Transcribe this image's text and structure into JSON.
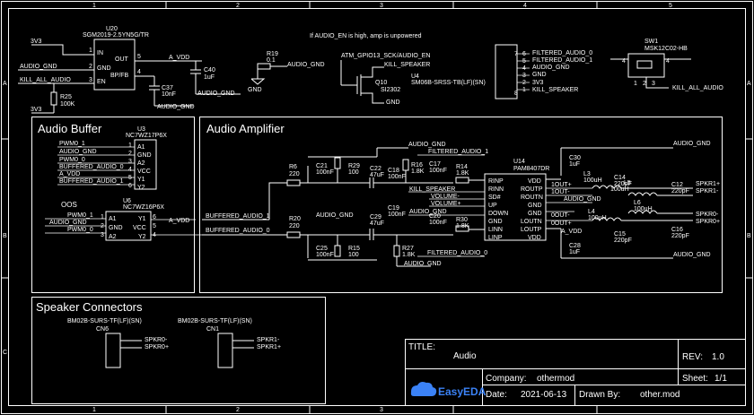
{
  "frame": {
    "cols": [
      "1",
      "2",
      "3",
      "4",
      "5"
    ],
    "rows": [
      "A",
      "B",
      "C"
    ]
  },
  "note": "If AUDIO_EN is high, amp is unpowered",
  "sections": {
    "buffer": "Audio Buffer",
    "amplifier": "Audio Amplifier",
    "speakers": "Speaker Connectors"
  },
  "u20": {
    "ref": "U20",
    "part": "SGM2019-2.5YN5G/TR",
    "pins": [
      "IN",
      "GND",
      "EN",
      "OUT",
      "BP/FB"
    ],
    "pin_nums": [
      "1",
      "2",
      "3",
      "5",
      "4"
    ],
    "nets": {
      "vin": "3V3",
      "gnd": "AUDIO_GND",
      "en": "KILL_ALL_AUDIO",
      "out": "A_VDD",
      "gnd2": "AUDIO_GND",
      "v3": "3V3"
    }
  },
  "r25": {
    "ref": "R25",
    "val": "100K"
  },
  "c37": {
    "ref": "C37",
    "val": "10nF"
  },
  "c40": {
    "ref": "C40",
    "val": "1uF"
  },
  "r19": {
    "ref": "R19",
    "val": "0.1",
    "net": "AUDIO_GND"
  },
  "q10": {
    "ref": "Q10",
    "part": "SI2302",
    "gate": "ATM_GPIO13_SCK/AUDIO_EN",
    "drain": "KILL_SPEAKER",
    "src": "GND"
  },
  "u4": {
    "ref": "U4",
    "part": "SM06B-SRSS-TB(LF)(SN)",
    "pins": [
      "6",
      "5",
      "4",
      "3",
      "2",
      "1"
    ],
    "nets": [
      "FILTERED_AUDIO_0",
      "FILTERED_AUDIO_1",
      "AUDIO_GND",
      "GND",
      "3V3",
      "KILL_SPEAKER"
    ],
    "mount": [
      "7",
      "8"
    ]
  },
  "sw1": {
    "ref": "SW1",
    "part": "MSK12C02-HB",
    "pins": [
      "4",
      "1",
      "2",
      "3",
      "4"
    ],
    "net": "KILL_ALL_AUDIO"
  },
  "u3": {
    "ref": "U3",
    "part": "NC7WZ17P6X",
    "pins": [
      "A1",
      "GND",
      "A2",
      "VCC",
      "Y1",
      "Y2"
    ],
    "nets": [
      "PWM0_1",
      "AUDIO_GND",
      "PWM0_0",
      "BUFFERED_AUDIO_0",
      "A_VDD",
      "BUFFERED_AUDIO_1"
    ],
    "nums": [
      "1",
      "2",
      "3",
      "4",
      "5",
      "6"
    ]
  },
  "u6": {
    "ref": "U6",
    "part": "NC7WZ16P6X",
    "label": "OOS",
    "pins": [
      "A1",
      "GND",
      "A2",
      "Y1",
      "VCC",
      "Y2"
    ],
    "nets": [
      "PWM0_1",
      "AUDIO_GND",
      "PWM0_0",
      "A_VDD",
      "BUFFERED_AUDIO_1",
      "BUFFERED_AUDIO_0"
    ],
    "nums": [
      "1",
      "2",
      "3",
      "6",
      "5",
      "4"
    ]
  },
  "amp": {
    "r6": {
      "ref": "R6",
      "val": "220"
    },
    "r20": {
      "ref": "R20",
      "val": "220"
    },
    "c21": {
      "ref": "C21",
      "val": "100nF"
    },
    "c25": {
      "ref": "C25",
      "val": "100nF"
    },
    "r29": {
      "ref": "R29",
      "val": "100"
    },
    "r15": {
      "ref": "R15",
      "val": "100"
    },
    "c22": {
      "ref": "C22",
      "val": "47uF"
    },
    "c29": {
      "ref": "C29",
      "val": "47uF"
    },
    "c18": {
      "ref": "C18",
      "val": "100nF"
    },
    "c19": {
      "ref": "C19",
      "val": "100nF"
    },
    "r16": {
      "ref": "R16",
      "val": "1.8K"
    },
    "r27": {
      "ref": "R27",
      "val": "1.8K"
    },
    "c17": {
      "ref": "C17",
      "val": "100nF"
    },
    "c20": {
      "ref": "C20",
      "val": "100nF"
    },
    "r14": {
      "ref": "R14",
      "val": "1.8K"
    },
    "r30": {
      "ref": "R30",
      "val": "1.8K"
    },
    "net_fa1": "FILTERED_AUDIO_1",
    "net_fa0": "FILTERED_AUDIO_0",
    "net_gnd": "AUDIO_GND",
    "net_buf1": "BUFFERED_AUDIO_1",
    "net_buf0": "BUFFERED_AUDIO_0",
    "net_kill": "KILL_SPEAKER",
    "net_volm": "VOLUME-",
    "net_volp": "VOLUME+",
    "net_avdd": "A_VDD"
  },
  "u14": {
    "ref": "U14",
    "part": "PAM8407DR",
    "left_pins": [
      "RINP",
      "RINN",
      "SD#",
      "UP",
      "DOWN",
      "GND",
      "LINN",
      "LINP"
    ],
    "right_pins": [
      "VDD",
      "ROUTP",
      "ROUTN",
      "GND",
      "GND",
      "LOUTN",
      "LOUTP",
      "VDD"
    ]
  },
  "out": {
    "c30": {
      "ref": "C30",
      "val": "1uF"
    },
    "c28": {
      "ref": "C28",
      "val": "1uF"
    },
    "l3": {
      "ref": "L3",
      "val": "100uH"
    },
    "l5": {
      "ref": "L5",
      "val": "100uH"
    },
    "l4": {
      "ref": "L4",
      "val": "100uH"
    },
    "l6": {
      "ref": "L6",
      "val": "100uH"
    },
    "c14": {
      "ref": "C14",
      "val": "220pF"
    },
    "c12": {
      "ref": "C12",
      "val": "220pF"
    },
    "c15": {
      "ref": "C15",
      "val": "220pF"
    },
    "c16": {
      "ref": "C16",
      "val": "220pF"
    },
    "nets": {
      "gnd": "AUDIO_GND",
      "avdd": "A_VDD",
      "r1m": "SPKR1-",
      "r1p": "SPKR1+",
      "r0m": "SPKR0-",
      "r0p": "SPKR0+",
      "lo1": "1OUT+",
      "lo2": "1OUT-",
      "lo3": "0OUT-",
      "lo4": "0OUT+"
    }
  },
  "speakers": {
    "cn6": {
      "ref": "CN6",
      "part": "BM02B-SURS-TF(LF)(SN)",
      "pins": [
        "SPKR0-",
        "SPKR0+"
      ]
    },
    "cn1": {
      "ref": "CN1",
      "part": "BM02B-SURS-TF(LF)(SN)",
      "pins": [
        "SPKR1-",
        "SPKR1+"
      ]
    }
  },
  "title_block": {
    "title_label": "TITLE:",
    "title": "Audio",
    "rev_label": "REV:",
    "rev": "1.0",
    "company_label": "Company:",
    "company": "othermod",
    "sheet_label": "Sheet:",
    "sheet": "1/1",
    "date_label": "Date:",
    "date": "2021-06-13",
    "drawn_label": "Drawn By:",
    "drawn": "other.mod",
    "logo": "EasyEDA"
  }
}
